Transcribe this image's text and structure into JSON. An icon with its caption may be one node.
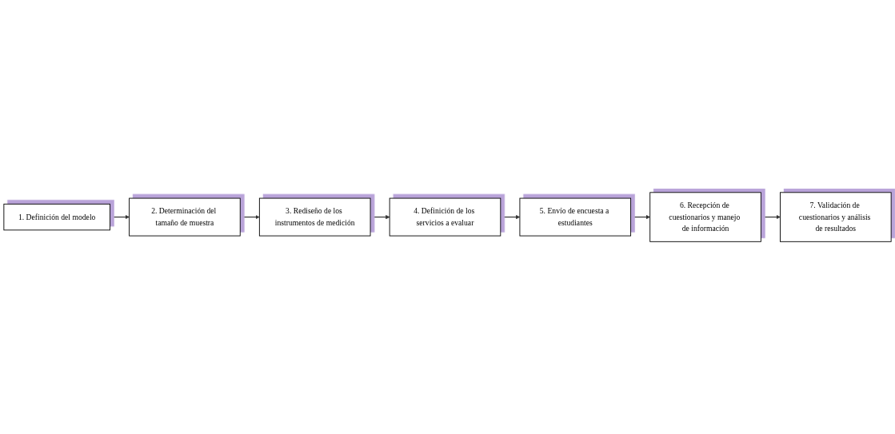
{
  "diagram": {
    "nodes": [
      {
        "text": [
          "1. Definición del modelo"
        ]
      },
      {
        "text": [
          "2. Determinación del tamaño de muestra"
        ]
      },
      {
        "text": [
          "3. Rediseño de los instrumentos de medición"
        ]
      },
      {
        "text": [
          "4. Definición de los servicios a evaluar"
        ]
      },
      {
        "text": [
          "5. Envío de encuesta a estudiantes"
        ]
      },
      {
        "text": [
          "6. Recepción de cuestionarios y manejo de información"
        ]
      },
      {
        "text": [
          "7. Validación de cuestionarios y análisis de resultados"
        ]
      }
    ],
    "edges": [
      {
        "from": 0,
        "to": 1,
        "arrow": "to"
      },
      {
        "from": 1,
        "to": 2,
        "arrow": "to"
      },
      {
        "from": 2,
        "to": 3,
        "arrow": "to"
      },
      {
        "from": 3,
        "to": 4,
        "arrow": "to"
      },
      {
        "from": 4,
        "to": 5,
        "arrow": "to"
      },
      {
        "from": 5,
        "to": 6,
        "arrow": "to"
      }
    ]
  }
}
